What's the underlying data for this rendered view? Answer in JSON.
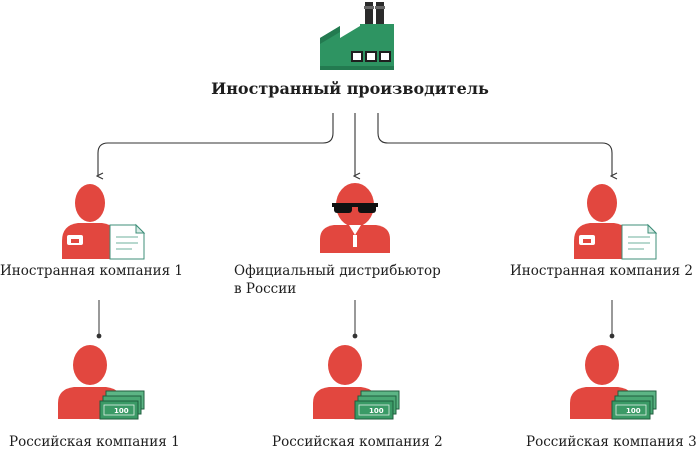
{
  "manufacturer": {
    "label": "Иностранный производитель",
    "icon": "factory-icon"
  },
  "intermediaries": [
    {
      "label": "Иностранная компания 1",
      "icon": "person-with-document-icon"
    },
    {
      "label_line1": "Официальный дистрибьютор",
      "label_line2": "в России",
      "icon": "person-with-sunglasses-icon"
    },
    {
      "label": "Иностранная компания 2",
      "icon": "person-with-document-icon"
    }
  ],
  "buyers": [
    {
      "label": "Российская компания 1",
      "icon": "person-with-money-icon"
    },
    {
      "label": "Российская компания 2",
      "icon": "person-with-money-icon"
    },
    {
      "label": "Российская компания 3",
      "icon": "person-with-money-icon"
    }
  ],
  "banknote_text": "100",
  "colors": {
    "person": "#e2473f",
    "factory_green": "#2e9462",
    "factory_dark": "#2b2b2b",
    "money": "#3a9a66",
    "line": "#333333"
  }
}
